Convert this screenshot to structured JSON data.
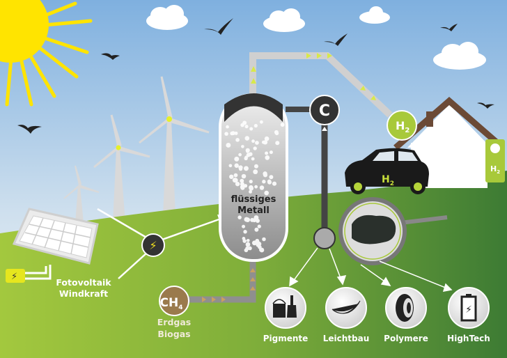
{
  "reactor": {
    "label_line1": "flüssiges",
    "label_line2": "Metall"
  },
  "carbon": {
    "symbol": "C"
  },
  "hydrogen": {
    "symbol": "H",
    "subscript": "2"
  },
  "car": {
    "symbol": "H",
    "subscript": "2"
  },
  "station": {
    "symbol": "H",
    "subscript": "2"
  },
  "methane": {
    "symbol": "CH",
    "subscript": "4"
  },
  "sources": {
    "renewables_line1": "Fotovoltaik",
    "renewables_line2": "Windkraft",
    "gas_line1": "Erdgas",
    "gas_line2": "Biogas"
  },
  "applications": [
    {
      "label": "Pigmente",
      "icon": "paint-bucket-brush-icon"
    },
    {
      "label": "Leichtbau",
      "icon": "feather-icon"
    },
    {
      "label": "Polymere",
      "icon": "tire-icon"
    },
    {
      "label": "HighTech",
      "icon": "battery-icon"
    }
  ],
  "colors": {
    "sky_top": "#7fb0df",
    "sky_bottom": "#eef4f8",
    "grass_light": "#9bc53d",
    "grass_dark": "#3e7d34",
    "accent_green": "#a8c93a",
    "methane_brown": "#9a7a4c",
    "dark": "#333333",
    "pipe_light": "#cfcfcf",
    "pipe_dark": "#555555",
    "sun": "#ffe400"
  }
}
